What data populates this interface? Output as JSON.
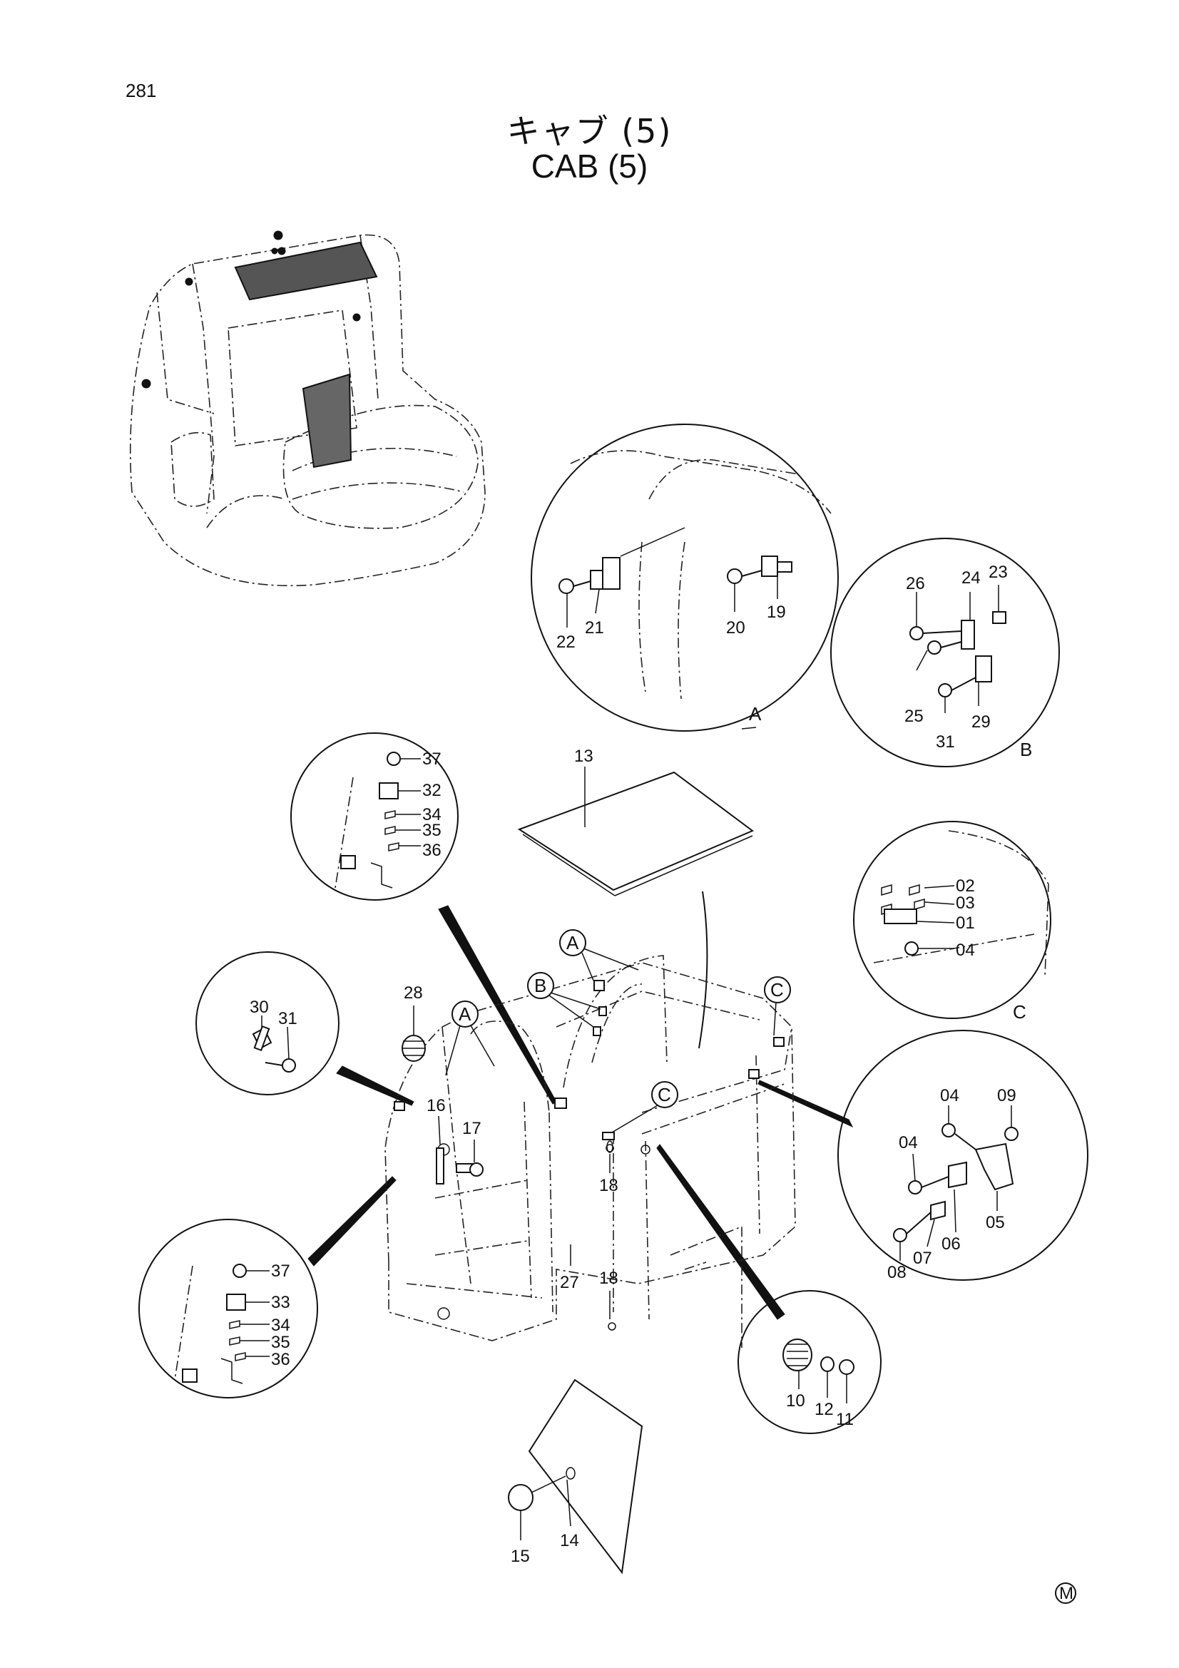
{
  "page_number": "281",
  "title_jp": "キャブ (5)",
  "title_en": "CAB (5)",
  "footer_mark": "M",
  "detail_refs": {
    "a": "A",
    "b": "B",
    "c": "C"
  },
  "labels": {
    "n01": "01",
    "n02": "02",
    "n03": "03",
    "n04": "04",
    "n05": "05",
    "n06": "06",
    "n07": "07",
    "n08": "08",
    "n09": "09",
    "n10": "10",
    "n11": "11",
    "n12": "12",
    "n13": "13",
    "n14": "14",
    "n15": "15",
    "n16": "16",
    "n17": "17",
    "n18": "18",
    "n19": "19",
    "n20": "20",
    "n21": "21",
    "n22": "22",
    "n23": "23",
    "n24": "24",
    "n25": "25",
    "n26": "26",
    "n27": "27",
    "n28": "28",
    "n29": "29",
    "n30": "30",
    "n31": "31",
    "n32": "32",
    "n33": "33",
    "n34": "34",
    "n35": "35",
    "n36": "36",
    "n37": "37"
  }
}
